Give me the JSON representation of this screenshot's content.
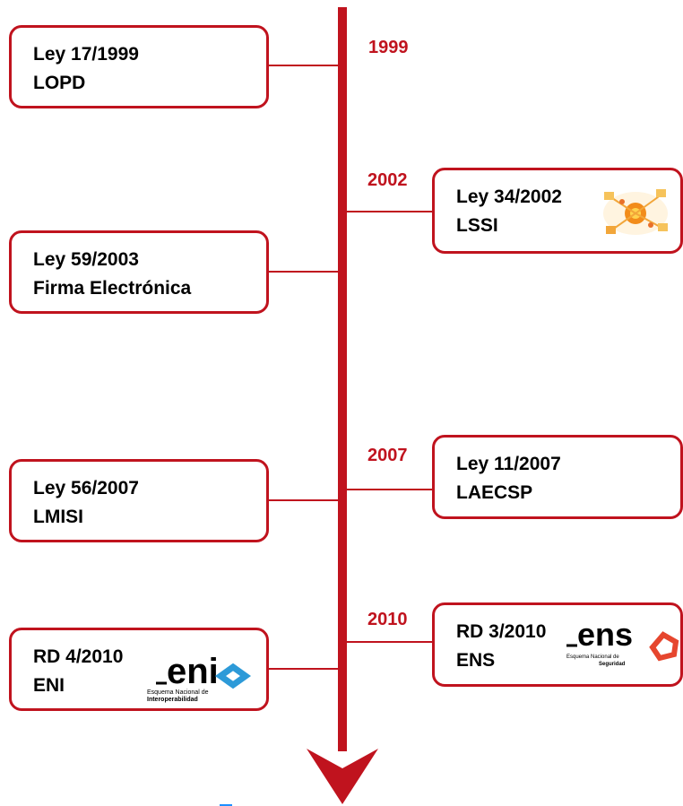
{
  "timeline": {
    "colors": {
      "accent": "#c0131e",
      "text": "#000000"
    },
    "years": [
      "1999",
      "2002",
      "2007",
      "2010"
    ],
    "left_boxes": [
      {
        "line1": "Ley 17/1999",
        "line2": "LOPD"
      },
      {
        "line1": "Ley 59/2003",
        "line2": "Firma Electrónica"
      },
      {
        "line1": "Ley 56/2007",
        "line2": "LMISI"
      },
      {
        "line1": "RD 4/2010",
        "line2": "ENI"
      }
    ],
    "right_boxes": [
      {
        "line1": "Ley 34/2002",
        "line2": "LSSI"
      },
      {
        "line1": "Ley 11/2007",
        "line2": "LAECSP"
      },
      {
        "line1": "RD 3/2010",
        "line2": "ENS"
      }
    ],
    "logos": {
      "eni_mark": "eni",
      "eni_caption_1": "Esquema Nacional de",
      "eni_caption_2": "Interoperabilidad",
      "ens_mark": "ens",
      "ens_caption_1": "Esquema Nacional de",
      "ens_caption_2": "Seguridad",
      "lssi_icon": "network-gear-illustration"
    }
  }
}
